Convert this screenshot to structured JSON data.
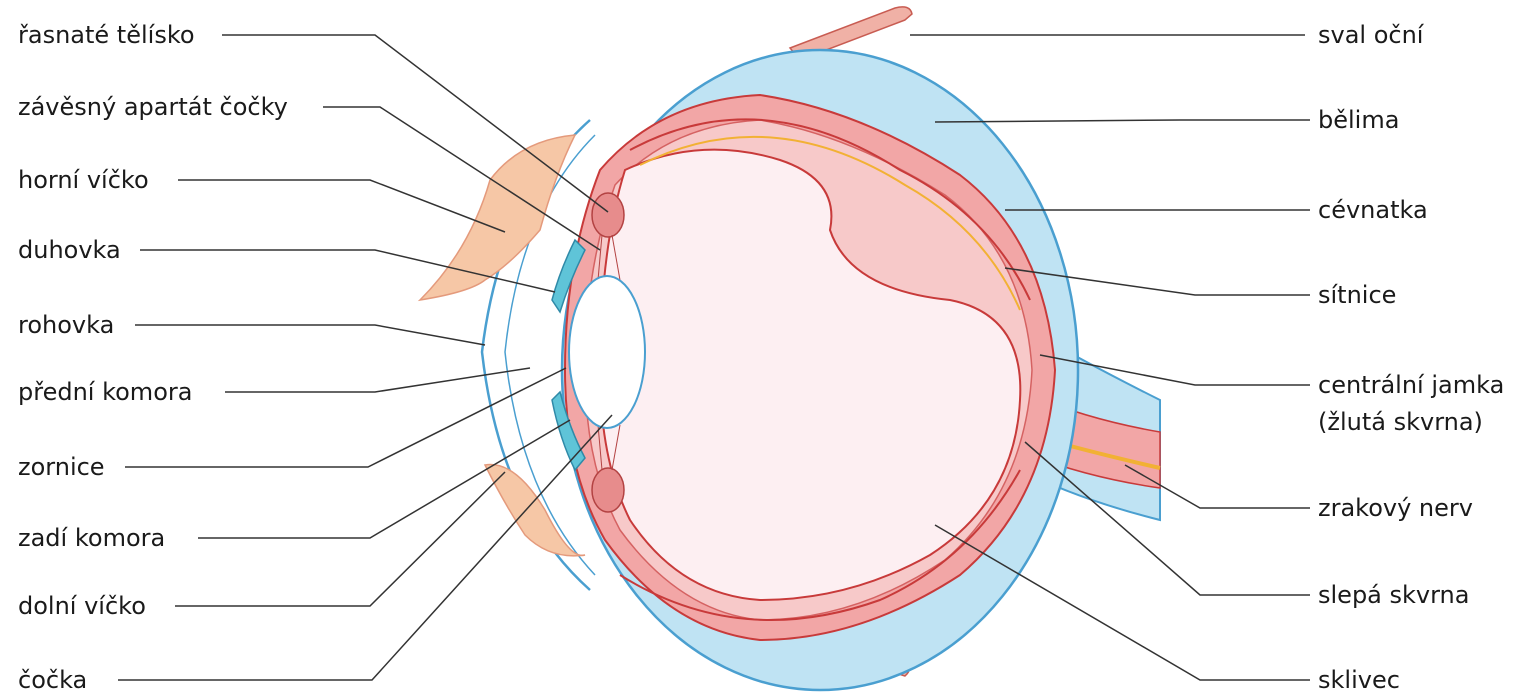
{
  "labels_left": [
    {
      "id": "rasnate",
      "text": "řasnaté tělísko"
    },
    {
      "id": "zavesny",
      "text": "závěsný apartát čočky"
    },
    {
      "id": "horni-vicko",
      "text": "horní víčko"
    },
    {
      "id": "duhovka",
      "text": "duhovka"
    },
    {
      "id": "rohovka",
      "text": "rohovka"
    },
    {
      "id": "predni-komora",
      "text": "přední komora"
    },
    {
      "id": "zornice",
      "text": "zornice"
    },
    {
      "id": "zadi-komora",
      "text": "zadí komora"
    },
    {
      "id": "dolni-vicko",
      "text": "dolní víčko"
    },
    {
      "id": "cocka",
      "text": "čočka"
    }
  ],
  "labels_right": [
    {
      "id": "sval-ocni",
      "text": "sval oční"
    },
    {
      "id": "belima",
      "text": "bělima"
    },
    {
      "id": "cevnatka",
      "text": "cévnatka"
    },
    {
      "id": "sitnice",
      "text": "sítnice"
    },
    {
      "id": "centralni-jamka",
      "text": "centrální jamka",
      "text2": "(žlutá skvrna)"
    },
    {
      "id": "zrakovy-nerv",
      "text": "zrakový nerv"
    },
    {
      "id": "slepa-skvrna",
      "text": "slepá skvrna"
    },
    {
      "id": "sklivec",
      "text": "sklivec"
    }
  ],
  "colors": {
    "sclera": "#bfe3f3",
    "sclera_stroke": "#4a9fd0",
    "choroid": "#f2a6a6",
    "retina": "#f7c9c9",
    "vessel": "#c83a3a",
    "vitreous": "#fdeff2",
    "lens": "#ffffff",
    "iris": "#5fc4d8",
    "eyelid": "#f6c7a6",
    "muscle": "#e89a8f",
    "nerve_yellow": "#f2b134",
    "leader": "#333333"
  }
}
